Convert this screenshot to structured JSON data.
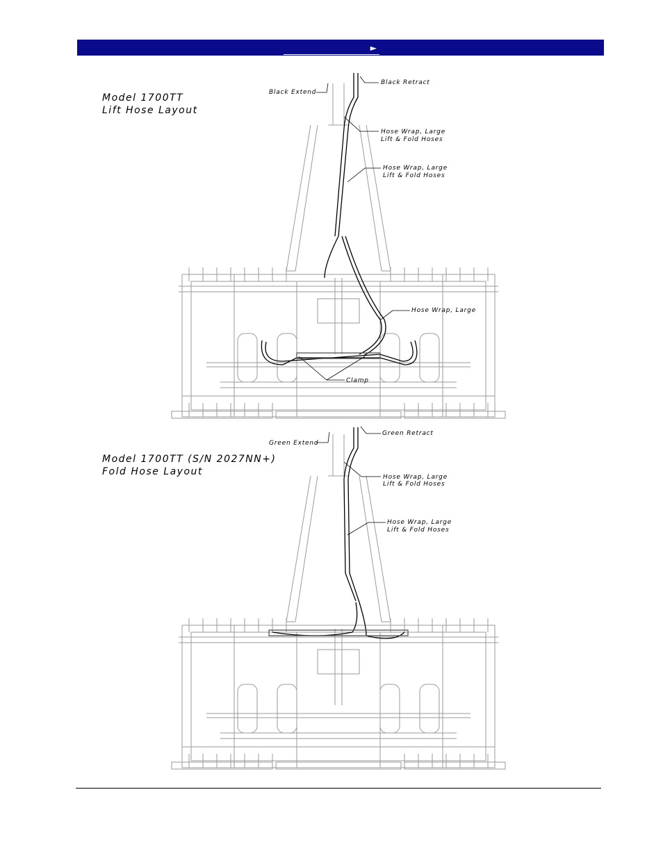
{
  "header": {
    "nav_arrow": "►"
  },
  "diagrams": [
    {
      "title_line1": "Model 1700TT",
      "title_line2": "Lift Hose Layout",
      "callouts": {
        "extend": "Black Extend",
        "retract": "Black Retract",
        "wrap1_l1": "Hose Wrap, Large",
        "wrap1_l2": "Lift & Fold Hoses",
        "wrap2_l1": "Hose Wrap, Large",
        "wrap2_l2": "Lift & Fold Hoses",
        "wrap3": "Hose Wrap, Large",
        "clamp": "Clamp"
      }
    },
    {
      "title_line1": "Model 1700TT (S/N 2027NN+)",
      "title_line2": "Fold Hose Layout",
      "callouts": {
        "extend": "Green Extend",
        "retract": "Green Retract",
        "wrap1_l1": "Hose Wrap, Large",
        "wrap1_l2": "Lift & Fold Hoses",
        "wrap2_l1": "Hose Wrap, Large",
        "wrap2_l2": "Lift & Fold Hoses"
      }
    }
  ]
}
